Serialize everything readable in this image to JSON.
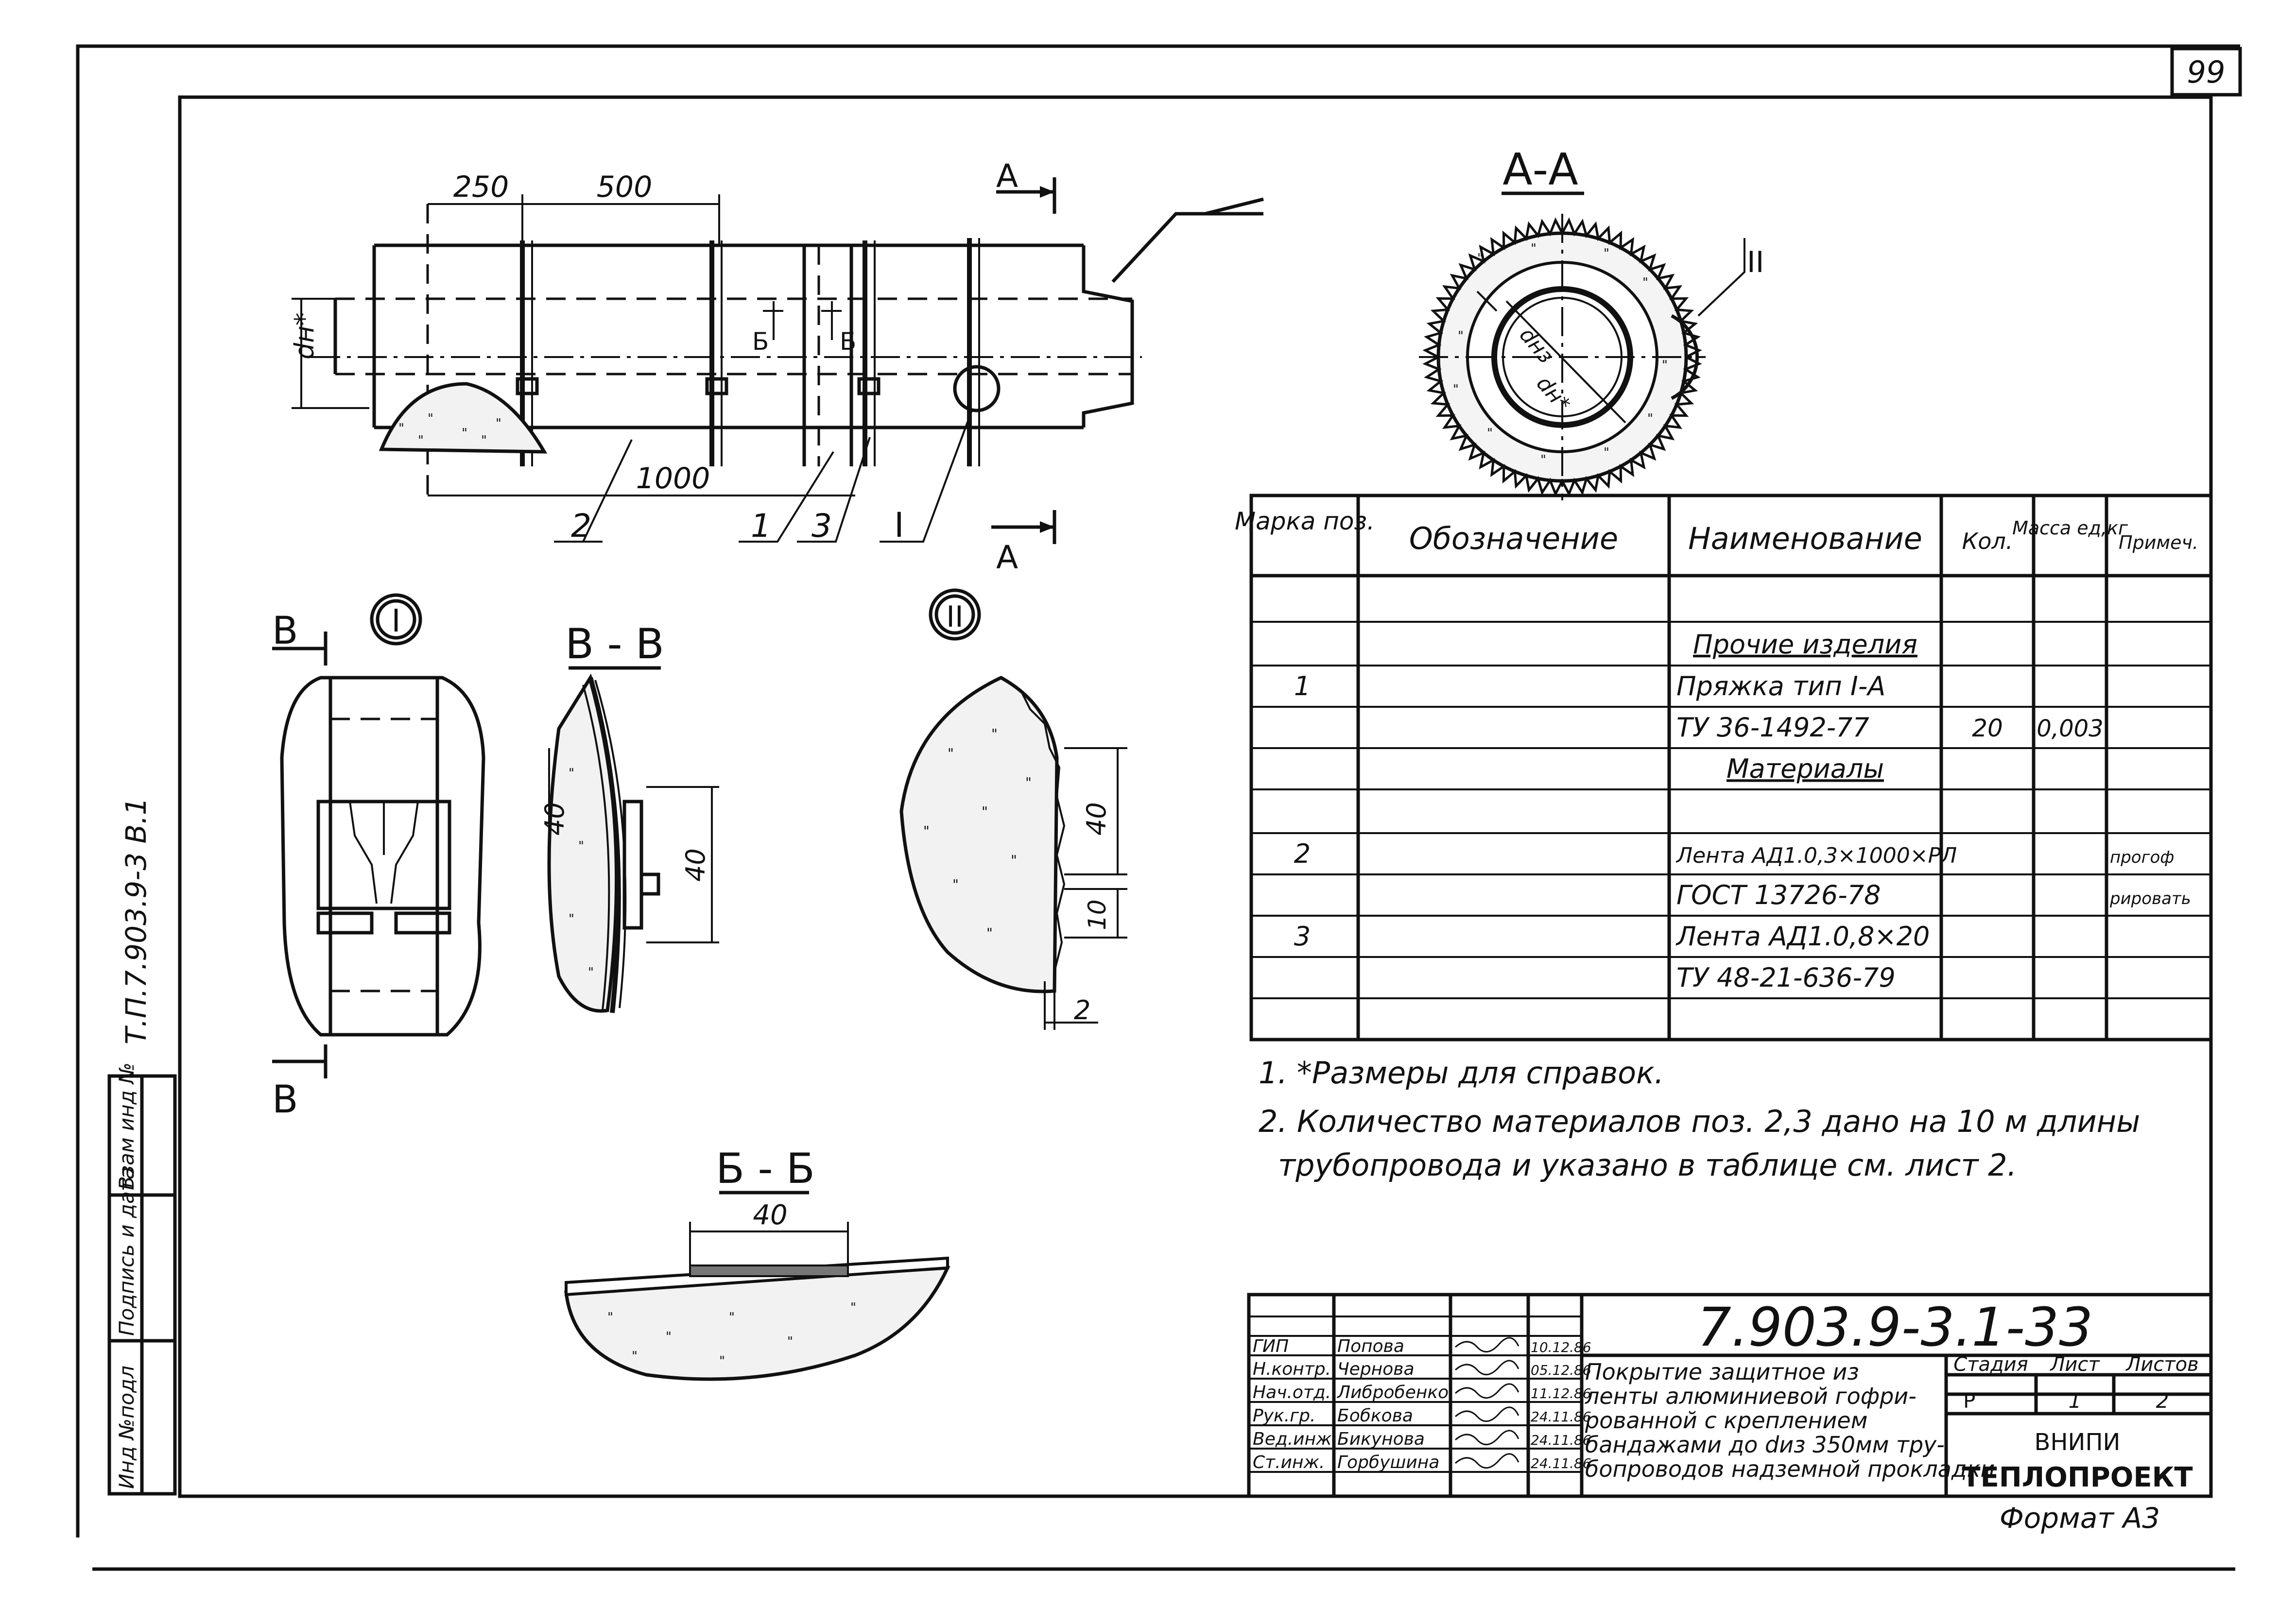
{
  "page_number": "99",
  "vertical_code": "Т.П.7.903.9-3 В.1",
  "left_strip": {
    "cells": [
      "Инд №подл",
      "Подпись и дата",
      "Взам инд №"
    ]
  },
  "views": {
    "section_aa_arrow_top": "А",
    "section_aa_arrow_bottom": "А",
    "section_aa_title": "А-А",
    "dim_250": "250",
    "dim_500": "500",
    "dim_1000": "1000",
    "dim_dn": "dн*",
    "dim_dnz": "dнз",
    "dim_dn2": "dн*",
    "label_b_small1": "Б",
    "label_b_small2": "Б",
    "callout_2": "2",
    "callout_1": "1",
    "callout_3": "3",
    "callout_I": "I",
    "callout_II": "II",
    "node_I": "I",
    "node_II": "II",
    "arrow_B_top": "В",
    "arrow_B_bottom": "В",
    "section_BB_title": "В - В",
    "section_bb_title": "Б - Б",
    "dim_40_a": "40",
    "dim_40_b": "40",
    "dim_40_c": "40",
    "dim_40_d": "40",
    "dim_10": "10",
    "dim_2": "2"
  },
  "spec_table": {
    "headers": [
      "Марка поз.",
      "Обозначение",
      "Наименование",
      "Кол.",
      "Масса ед,кг",
      "Примеч."
    ],
    "rows": [
      {
        "pos": "",
        "name": "",
        "qty": "",
        "mass": "",
        "note": ""
      },
      {
        "pos": "",
        "name": "Прочие изделия",
        "qty": "",
        "mass": "",
        "note": ""
      },
      {
        "pos": "1",
        "name": "Пряжка тип I-А",
        "qty": "",
        "mass": "",
        "note": ""
      },
      {
        "pos": "",
        "name": "ТУ 36-1492-77",
        "qty": "20",
        "mass": "0,003",
        "note": ""
      },
      {
        "pos": "",
        "name": "Материалы",
        "qty": "",
        "mass": "",
        "note": ""
      },
      {
        "pos": "",
        "name": "",
        "qty": "",
        "mass": "",
        "note": ""
      },
      {
        "pos": "2",
        "name": "Лента АД1.0,3×1000×РЛ",
        "qty": "",
        "mass": "",
        "note": "прогоф"
      },
      {
        "pos": "",
        "name": "ГОСТ 13726-78",
        "qty": "",
        "mass": "",
        "note": "рировать"
      },
      {
        "pos": "3",
        "name": "Лента АД1.0,8×20",
        "qty": "",
        "mass": "",
        "note": ""
      },
      {
        "pos": "",
        "name": "ТУ 48-21-636-79",
        "qty": "",
        "mass": "",
        "note": ""
      }
    ]
  },
  "notes": {
    "note1": "1. *Размеры для справок.",
    "note2_line1": "2. Количество материалов поз. 2,3 дано на 10 м длины",
    "note2_line2": "трубопровода и указано в таблице см. лист 2."
  },
  "title_block": {
    "doc_code": "7.903.9-3.1-33",
    "roles": [
      {
        "role": "ГИП",
        "name": "Попова",
        "sign": "",
        "date": "10.12.86"
      },
      {
        "role": "Н.контр.",
        "name": "Чернова",
        "sign": "",
        "date": "05.12.86"
      },
      {
        "role": "Нач.отд.",
        "name": "Либробенко",
        "sign": "",
        "date": "11.12.86"
      },
      {
        "role": "Рук.гр.",
        "name": "Бобкова",
        "sign": "",
        "date": "24.11.86"
      },
      {
        "role": "Вед.инж.",
        "name": "Бикунова",
        "sign": "",
        "date": "24.11.86"
      },
      {
        "role": "Ст.инж.",
        "name": "Горбушина",
        "sign": "",
        "date": "24.11.86"
      }
    ],
    "description": [
      "Покрытие защитное из",
      "ленты алюминиевой гофри-",
      "рованной с креплением",
      "бандажами до dиз 350мм тру-",
      "бопроводов надземной прокладки"
    ],
    "stage_label": "Стадия",
    "sheet_label": "Лист",
    "sheets_label": "Листов",
    "stage": "Р",
    "sheet": "1",
    "sheets": "2",
    "org1": "ВНИПИ",
    "org2": "ТЕПЛОПРОЕКТ",
    "format": "Формат А3"
  }
}
